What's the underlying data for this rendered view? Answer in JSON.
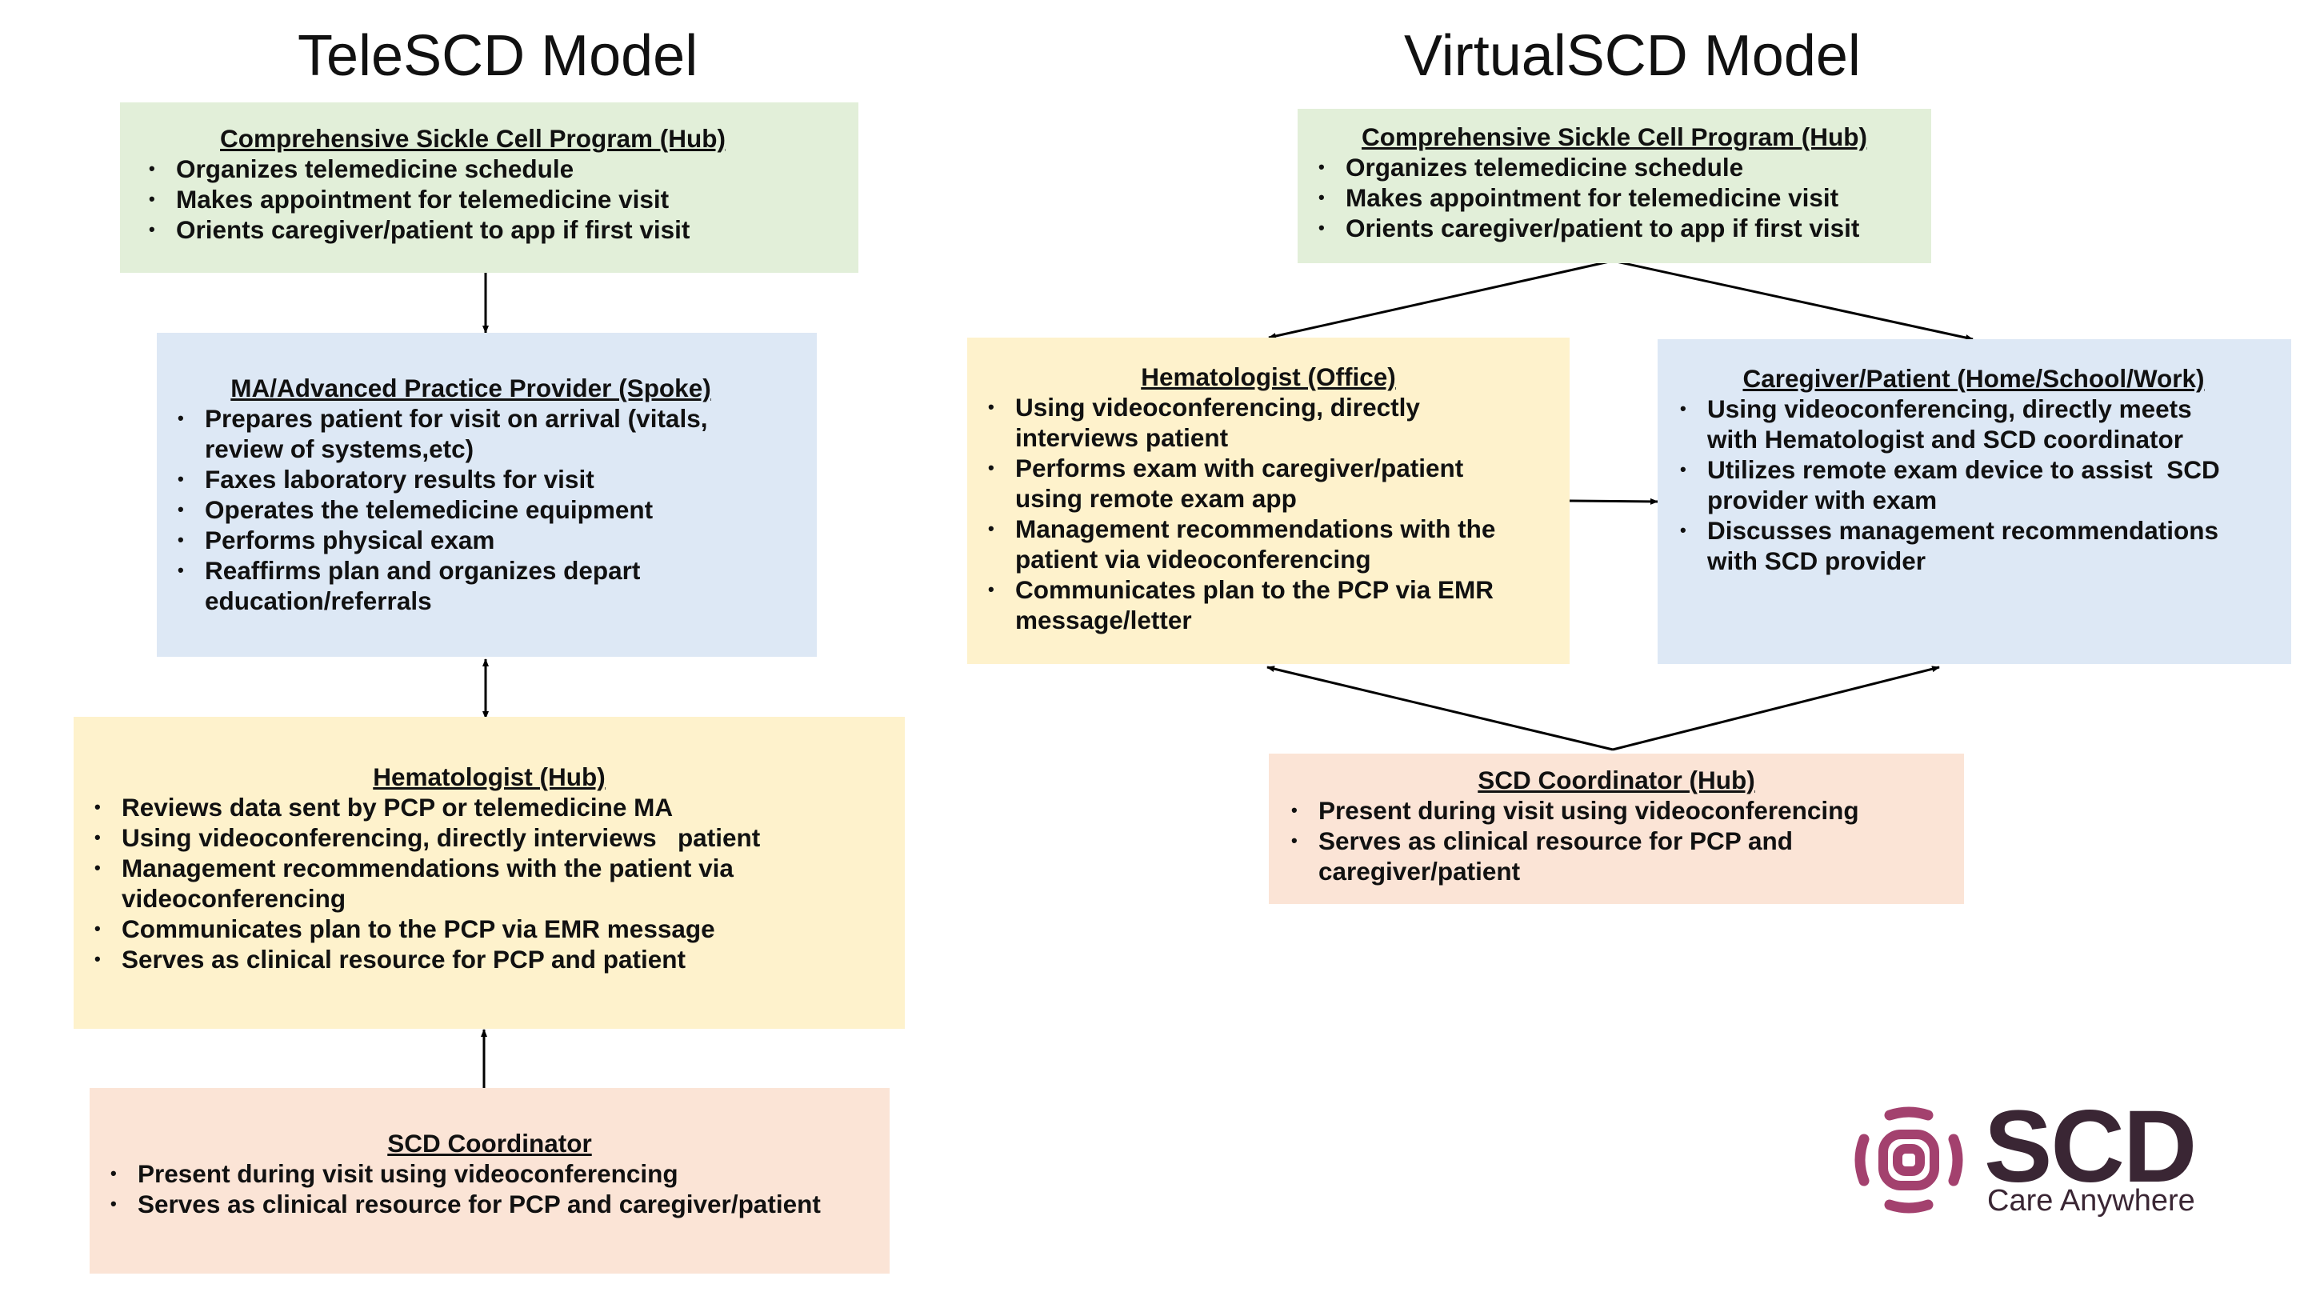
{
  "tele": {
    "title": "TeleSCD Model",
    "hub": {
      "title": "Comprehensive Sickle Cell Program (Hub)",
      "items": [
        "Organizes telemedicine schedule",
        "Makes appointment for telemedicine visit",
        "Orients caregiver/patient to app if first visit"
      ]
    },
    "spoke": {
      "title": "MA/Advanced Practice Provider (Spoke)",
      "items": [
        " Prepares patient for visit on arrival (vitals, review of systems,etc)",
        " Faxes laboratory results for visit",
        "Operates the telemedicine equipment",
        "Performs physical exam",
        "Reaffirms plan and organizes depart education/referrals"
      ]
    },
    "hematologist": {
      "title": "Hematologist (Hub)",
      "items": [
        "Reviews data sent by PCP or telemedicine MA",
        "Using videoconferencing, directly interviews   patient",
        "Management recommendations with the patient via videoconferencing",
        "Communicates plan to the PCP via EMR message",
        "Serves as clinical resource for PCP and patient"
      ]
    },
    "coordinator": {
      "title": "SCD Coordinator",
      "items": [
        "Present during visit using videoconferencing",
        "Serves as clinical resource for PCP and caregiver/patient"
      ]
    }
  },
  "virtual": {
    "title": "VirtualSCD Model",
    "hub": {
      "title": "Comprehensive Sickle Cell Program (Hub)",
      "items": [
        "Organizes telemedicine schedule",
        "Makes appointment for telemedicine visit",
        "Orients caregiver/patient to app if first visit"
      ]
    },
    "hematologist": {
      "title": "Hematologist (Office)",
      "items": [
        "Using videoconferencing, directly interviews patient",
        "Performs exam with caregiver/patient using remote exam app",
        "Management recommendations with the patient via videoconferencing",
        "Communicates plan to the PCP via EMR message/letter"
      ]
    },
    "caregiver": {
      "title": "Caregiver/Patient (Home/School/Work)",
      "items": [
        "Using videoconferencing, directly meets with Hematologist and SCD coordinator",
        "Utilizes remote exam device to assist  SCD provider with exam",
        "Discusses management recommendations with SCD provider"
      ]
    },
    "coordinator": {
      "title": "SCD Coordinator (Hub)",
      "items": [
        "Present during visit using videoconferencing",
        "Serves as clinical resource for PCP and caregiver/patient"
      ]
    }
  },
  "logo": {
    "word": "SCD",
    "tagline": "Care Anywhere",
    "colors": {
      "mark": "#a3416e",
      "text": "#3a2634"
    }
  },
  "colors": {
    "green": "#e2efd9",
    "blue": "#dde8f5",
    "yellow": "#fef2cc",
    "peach": "#fbe4d6"
  }
}
